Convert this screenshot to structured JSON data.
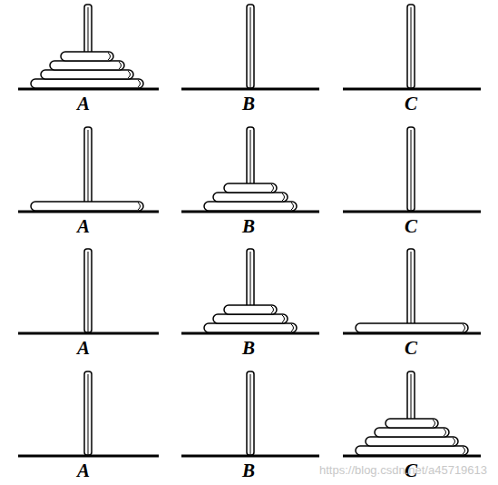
{
  "diagram": {
    "labels": [
      "A",
      "B",
      "C",
      "A",
      "B",
      "C",
      "A",
      "B",
      "C",
      "A",
      "B",
      "C",
      "https://blog.csdn.net/a45719613"
    ]
  }
}
